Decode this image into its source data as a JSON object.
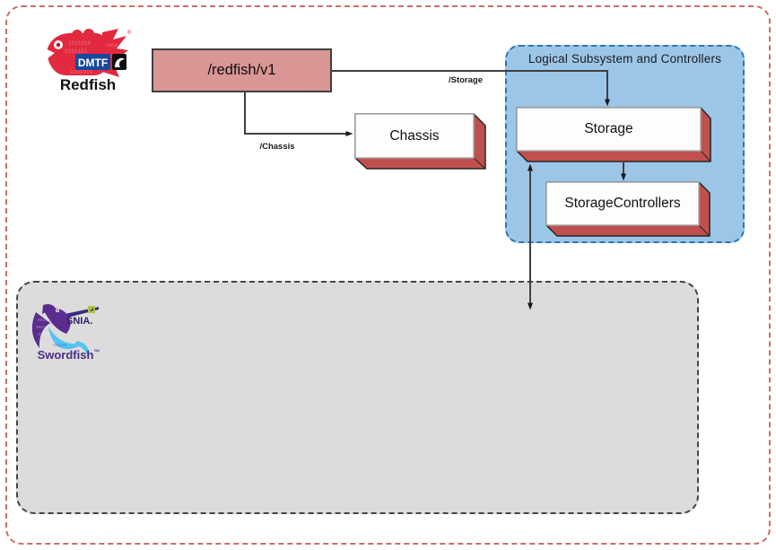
{
  "frame": {
    "border_color": "#c96f66"
  },
  "logos": {
    "redfish": {
      "dmtf": "DMTF",
      "name": "Redfish",
      "registered": "®"
    },
    "swordfish": {
      "snia": "SNIA.",
      "name": "Swordfish",
      "trademark": "™"
    }
  },
  "nodes": {
    "service_root": {
      "label": "/redfish/v1",
      "fill": "#d99694"
    },
    "chassis": {
      "label": "Chassis"
    },
    "storage": {
      "label": "Storage"
    },
    "storage_controllers": {
      "label": "StorageControllers"
    }
  },
  "containers": {
    "logical_subsystem": {
      "label": "Logical Subsystem and Controllers",
      "fill": "#9cc6e8",
      "border": "#2e75b6"
    },
    "swordfish_region": {
      "fill": "#dcdcdc",
      "border": "#454545"
    }
  },
  "edges": {
    "storage_path": {
      "label": "/Storage"
    },
    "chassis_path": {
      "label": "/Chassis"
    }
  },
  "colors": {
    "box_extrusion_red": "#c0504d",
    "arrow": "#404040",
    "redfish_red": "#e2293f",
    "swordfish_purple": "#5b2d8f",
    "swordfish_blue": "#55c3f2"
  }
}
